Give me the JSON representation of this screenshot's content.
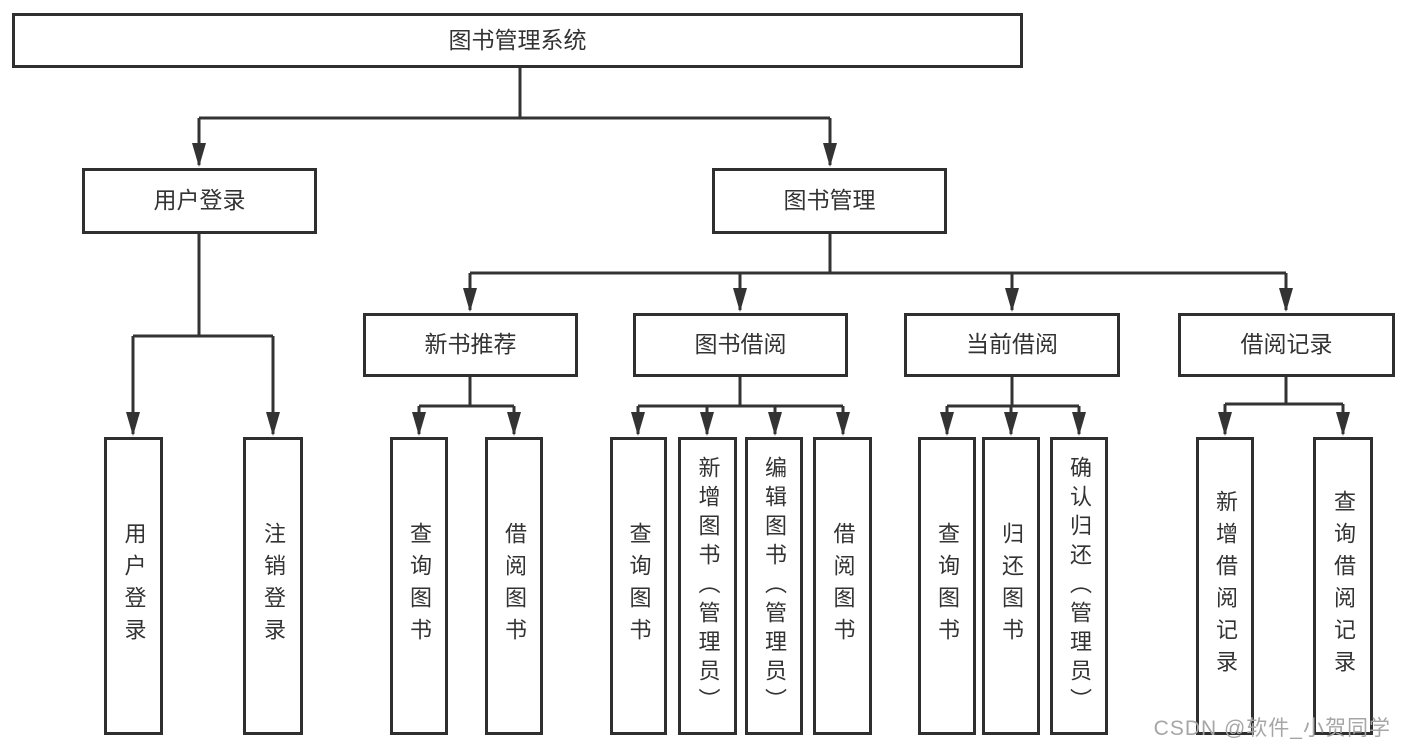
{
  "diagram_title": "图书管理系统",
  "tree": {
    "label": "图书管理系统",
    "children": [
      {
        "label": "用户登录",
        "children": [
          {
            "label": "用户登录"
          },
          {
            "label": "注销登录"
          }
        ]
      },
      {
        "label": "图书管理",
        "children": [
          {
            "label": "新书推荐",
            "children": [
              {
                "label": "查询图书"
              },
              {
                "label": "借阅图书"
              }
            ]
          },
          {
            "label": "图书借阅",
            "children": [
              {
                "label": "查询图书"
              },
              {
                "label": "新增图书（管理员）"
              },
              {
                "label": "编辑图书（管理员）"
              },
              {
                "label": "借阅图书"
              }
            ]
          },
          {
            "label": "当前借阅",
            "children": [
              {
                "label": "查询图书"
              },
              {
                "label": "归还图书"
              },
              {
                "label": "确认归还（管理员）"
              }
            ]
          },
          {
            "label": "借阅记录",
            "children": [
              {
                "label": "新增借阅记录"
              },
              {
                "label": "查询借阅记录"
              }
            ]
          }
        ]
      }
    ]
  },
  "watermark": "CSDN @软件_小贺同学",
  "colors": {
    "line_color": "#333333",
    "border_color": "#2f2f2f",
    "text_color": "#333333",
    "watermark_color": "#a6a6a6",
    "bg_color": "#ffffff"
  }
}
